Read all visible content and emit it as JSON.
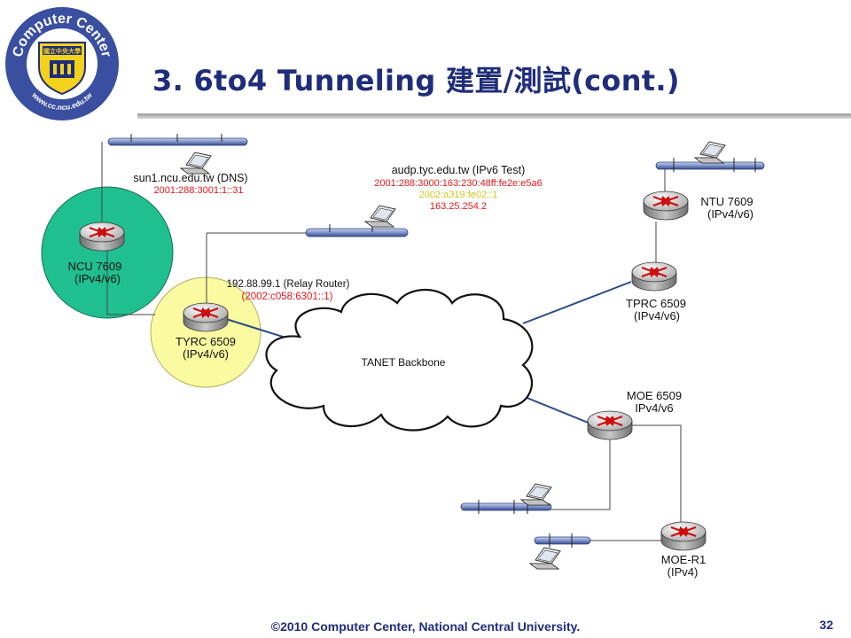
{
  "slide": {
    "title": "3.   6to4 Tunneling 建置/測試(cont.)",
    "footer": "©2010  Computer Center, National Central University.",
    "page_number": "32"
  },
  "logo": {
    "ring_text": "Computer Center",
    "url_text": "www.cc.ncu.edu.tw",
    "badge_text": "國立中央大學",
    "colors": {
      "ring": "#3a4fa0",
      "badge": "#f2d21b",
      "inner": "#ffffff"
    }
  },
  "nodes": {
    "dns_server": {
      "line1": "sun1.ncu.edu.tw (DNS)",
      "line2": "2001:288:3001:1::31"
    },
    "test_server": {
      "line1": "audp.tyc.edu.tw (IPv6 Test)",
      "line2": "2001:288:3000:163:230:48ff:fe2e:e5a6",
      "line3": "2002:a319:fe02::1",
      "line4": "163.25.254.2"
    },
    "relay": {
      "line1": "192.88.99.1 (Relay Router)",
      "line2": "(2002:c058:6301::1)"
    },
    "ncu": {
      "line1": "NCU 7609",
      "line2": "(IPv4/v6)"
    },
    "tyrc": {
      "line1": "TYRC 6509",
      "line2": "(IPv4/v6)"
    },
    "ntu": {
      "line1": "NTU 7609",
      "line2": "(IPv4/v6)"
    },
    "tprc": {
      "line1": "TPRC 6509",
      "line2": "(IPv4/v6)"
    },
    "moe": {
      "line1": "MOE 6509",
      "line2": "IPv4/v6"
    },
    "moe_r1": {
      "line1": "MOE-R1",
      "line2": "(IPv4)"
    },
    "backbone": {
      "label": "TANET Backbone"
    }
  },
  "colors": {
    "ncu_zone": "#1fbf8f",
    "tyrc_zone": "#fafaa0",
    "red_text": "#e8161b",
    "yellow_text": "#c8c81e",
    "link": "#2b4a8a"
  }
}
